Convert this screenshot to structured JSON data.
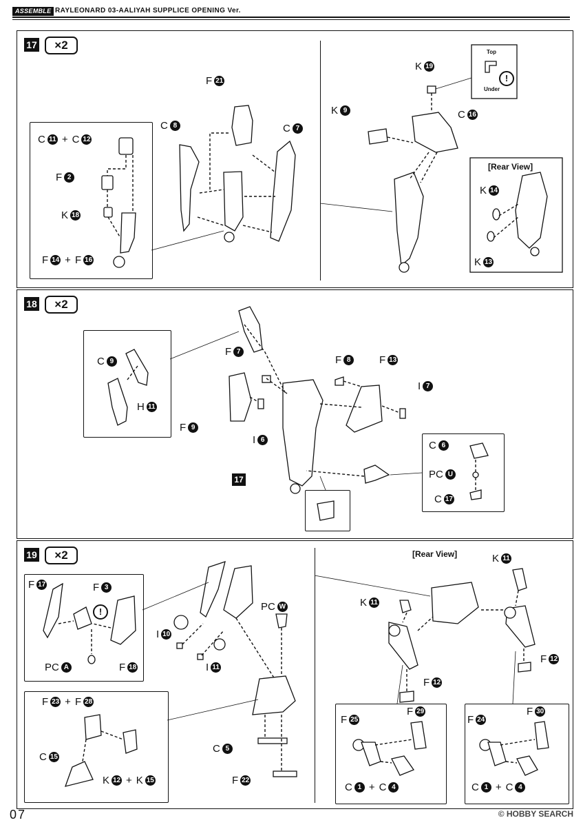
{
  "header": {
    "badge": "ASSEMBLE",
    "title": "RAYLEONARD 03-AALIYAH SUPPLICE OPENING Ver."
  },
  "steps": [
    {
      "num": "17",
      "mult": "×2"
    },
    {
      "num": "18",
      "mult": "×2"
    },
    {
      "num": "19",
      "mult": "×2"
    }
  ],
  "p17": {
    "left_labels": [
      {
        "t1": "C",
        "n1": "11",
        "plus": "+",
        "t2": "C",
        "n2": "12"
      },
      {
        "t1": "F",
        "n1": "2"
      },
      {
        "t1": "K",
        "n1": "18"
      },
      {
        "t1": "F",
        "n1": "14",
        "plus": "+",
        "t2": "F",
        "n2": "16"
      }
    ],
    "mid_labels": [
      {
        "t1": "F",
        "n1": "21"
      },
      {
        "t1": "C",
        "n1": "8"
      },
      {
        "t1": "C",
        "n1": "7"
      }
    ],
    "right_labels": [
      {
        "t1": "K",
        "n1": "19"
      },
      {
        "t1": "K",
        "n1": "9"
      },
      {
        "t1": "C",
        "n1": "16"
      },
      {
        "t1": "K",
        "n1": "14"
      },
      {
        "t1": "K",
        "n1": "13"
      }
    ],
    "note_top": "Top",
    "note_under": "Under",
    "warn": "!",
    "rear_view": "[Rear View]"
  },
  "p18": {
    "labels": [
      {
        "t1": "C",
        "n1": "9"
      },
      {
        "t1": "H",
        "n1": "11"
      },
      {
        "t1": "F",
        "n1": "7"
      },
      {
        "t1": "F",
        "n1": "9"
      },
      {
        "t1": "I",
        "n1": "6"
      },
      {
        "t1": "F",
        "n1": "8"
      },
      {
        "t1": "F",
        "n1": "13"
      },
      {
        "t1": "I",
        "n1": "7"
      },
      {
        "t1": "C",
        "n1": "6"
      },
      {
        "t1": "PC",
        "n1": "U"
      },
      {
        "t1": "C",
        "n1": "17"
      }
    ],
    "ref_step": "17"
  },
  "p19": {
    "labels": [
      {
        "t1": "F",
        "n1": "17"
      },
      {
        "t1": "F",
        "n1": "3"
      },
      {
        "t1": "F",
        "n1": "18"
      },
      {
        "t1": "PC",
        "n1": "A"
      },
      {
        "t1": "I",
        "n1": "10"
      },
      {
        "t1": "I",
        "n1": "11"
      },
      {
        "t1": "PC",
        "n1": "W"
      },
      {
        "t1": "C",
        "n1": "5"
      },
      {
        "t1": "F",
        "n1": "22"
      },
      {
        "t1": "F",
        "n1": "23",
        "plus": "+",
        "t2": "F",
        "n2": "28"
      },
      {
        "t1": "C",
        "n1": "15"
      },
      {
        "t1": "K",
        "n1": "12",
        "plus": "+",
        "t2": "K",
        "n2": "15"
      },
      {
        "t1": "K",
        "n1": "11"
      },
      {
        "t1": "K",
        "n1": "11"
      },
      {
        "t1": "F",
        "n1": "12"
      },
      {
        "t1": "F",
        "n1": "12"
      },
      {
        "t1": "F",
        "n1": "25"
      },
      {
        "t1": "F",
        "n1": "29"
      },
      {
        "t1": "C",
        "n1": "1",
        "plus": "+",
        "t2": "C",
        "n2": "4"
      },
      {
        "t1": "F",
        "n1": "24"
      },
      {
        "t1": "F",
        "n1": "30"
      },
      {
        "t1": "C",
        "n1": "1",
        "plus": "+",
        "t2": "C",
        "n2": "4"
      }
    ],
    "warn": "!",
    "rear_view": "[Rear View]"
  },
  "footer": {
    "page": "07",
    "brand": "© HOBBY SEARCH"
  }
}
